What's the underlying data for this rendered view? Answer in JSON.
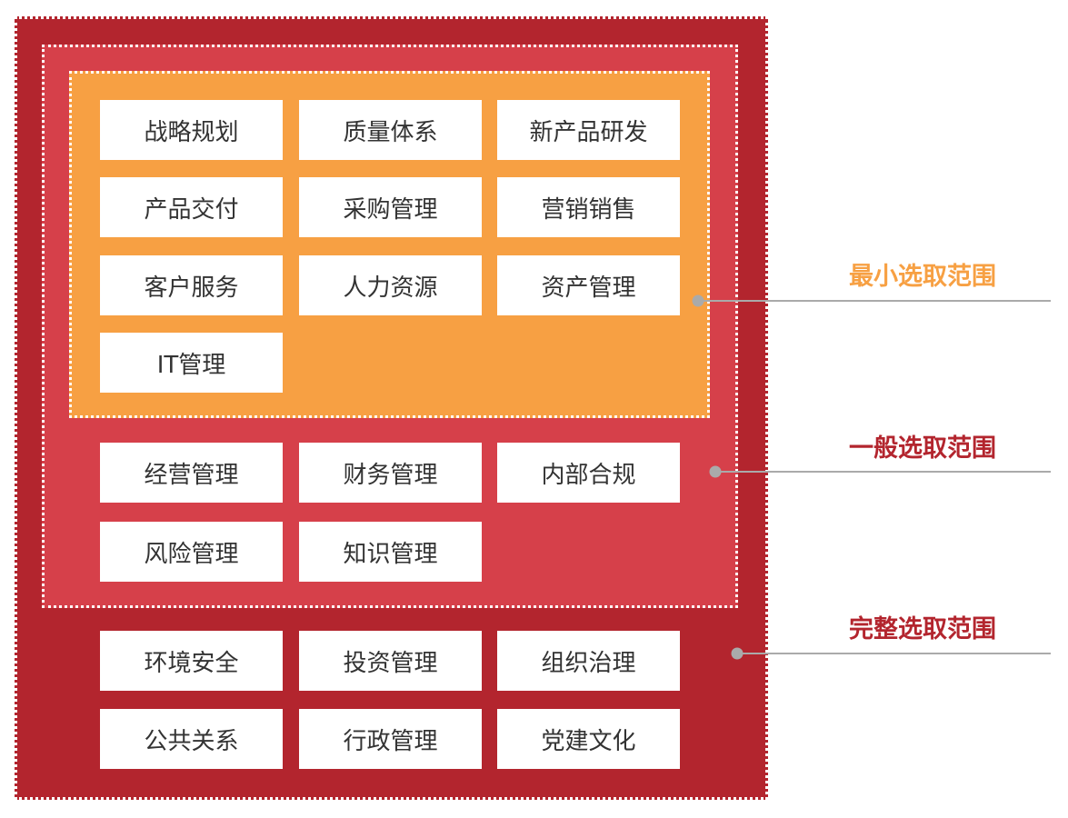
{
  "colors": {
    "full": "#b3252e",
    "general": "#d6404a",
    "min": "#f7a043",
    "line": "#aaaaaa"
  },
  "labels": {
    "min": "最小选取范围",
    "general": "一般选取范围",
    "full": "完整选取范围"
  },
  "min_items": [
    "战略规划",
    "质量体系",
    "新产品研发",
    "产品交付",
    "采购管理",
    "营销销售",
    "客户服务",
    "人力资源",
    "资产管理",
    "IT管理"
  ],
  "general_items": [
    "经营管理",
    "财务管理",
    "内部合规",
    "风险管理",
    "知识管理"
  ],
  "full_items": [
    "环境安全",
    "投资管理",
    "组织治理",
    "公共关系",
    "行政管理",
    "党建文化"
  ]
}
